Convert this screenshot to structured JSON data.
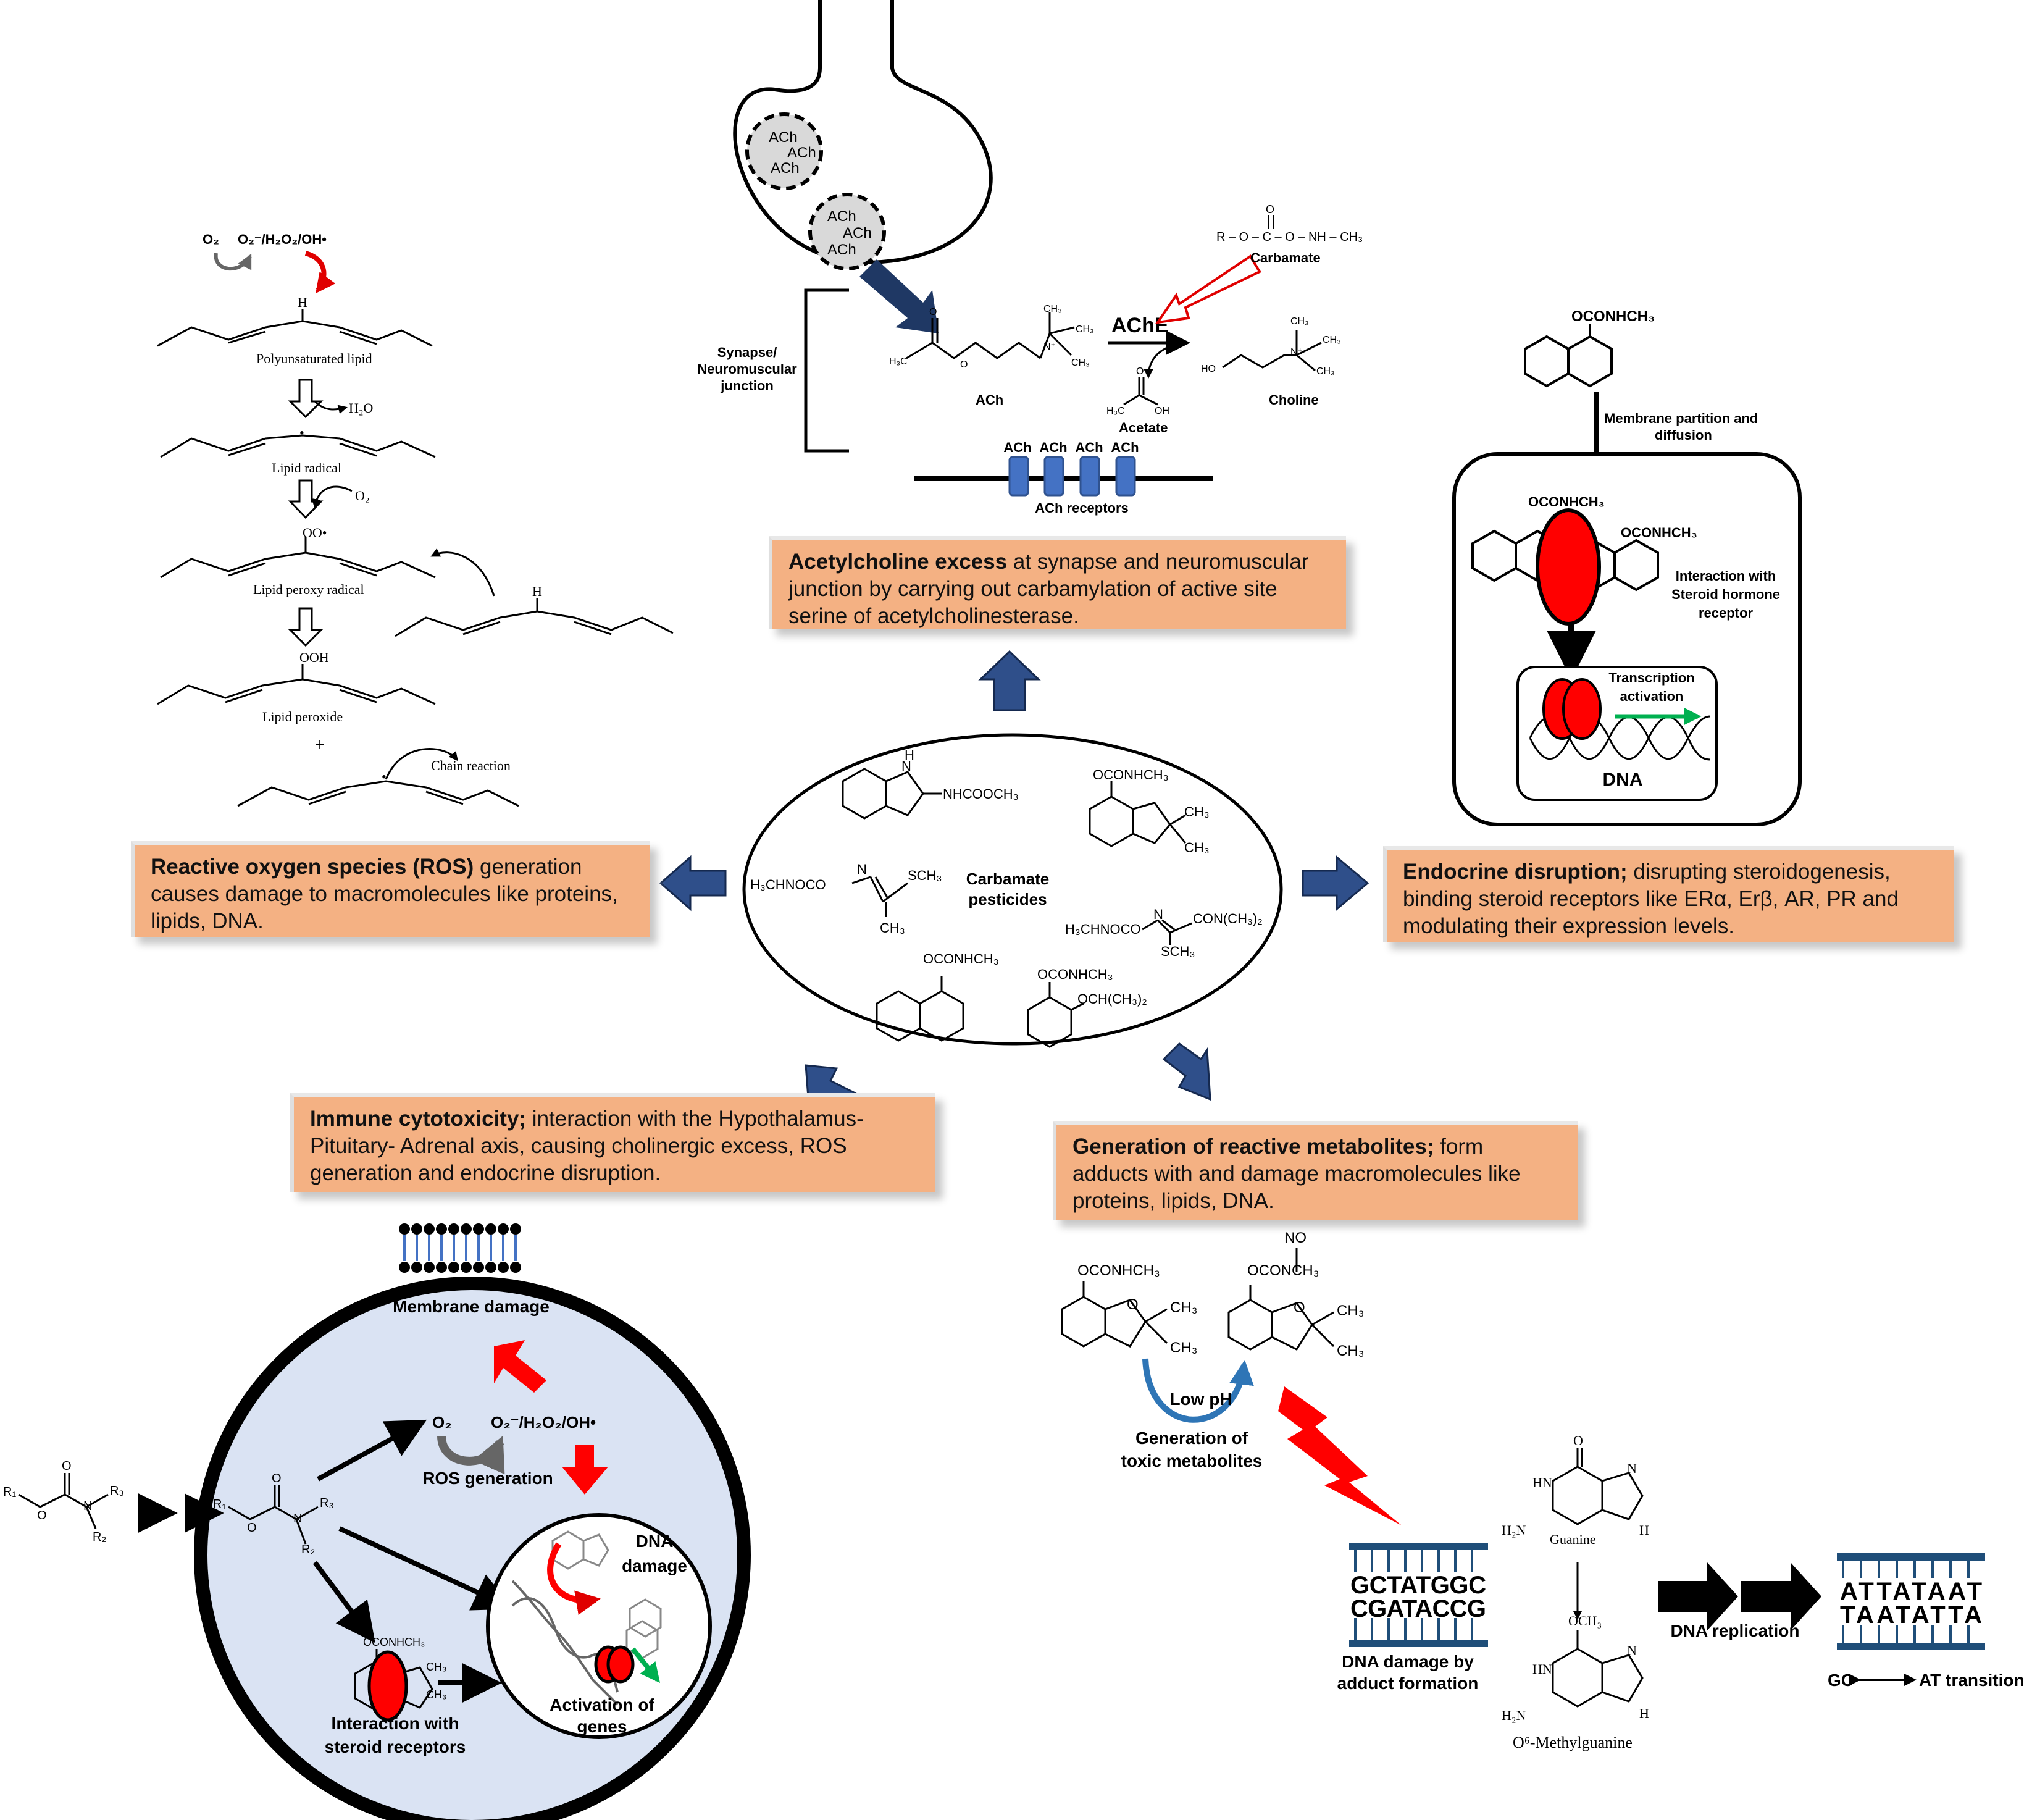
{
  "synapse": {
    "vesicle1": [
      "ACh",
      "ACh",
      "ACh"
    ],
    "vesicle2": [
      "ACh",
      "ACh",
      "ACh"
    ],
    "synapse_label": [
      "Synapse/",
      "Neuromuscular",
      "junction"
    ],
    "ach_label": "ACh",
    "ache_label": "AChE",
    "carbamate_label": "Carbamate",
    "carbamate_formula": "R – O – C – O – NH – CH₃",
    "acetate_label": "Acetate",
    "choline_label": "Choline",
    "receptor_tags": [
      "ACh",
      "ACh",
      "ACh",
      "ACh"
    ],
    "receptors_label": "ACh receptors"
  },
  "lipid": {
    "o2": "O₂",
    "ros": "O₂⁻/H₂O₂/OH•",
    "h": "H",
    "polyunsaturated": "Polyunsaturated lipid",
    "h2o": "H₂O",
    "lipid_radical": "Lipid radical",
    "o2b": "O₂",
    "oo": "OO•",
    "peroxy_radical": "Lipid peroxy radical",
    "h2": "H",
    "ooh": "OOH",
    "peroxide": "Lipid peroxide",
    "plus": "+",
    "chain": "Chain reaction"
  },
  "endocrine": {
    "top_group": "OCONHCH₃",
    "membrane": [
      "Membrane partition and",
      "diffusion"
    ],
    "group_a": "OCONHCH₃",
    "group_b": "OCONHCH₃",
    "interaction": [
      "Interaction with",
      "Steroid hormone",
      "receptor"
    ],
    "transcription": [
      "Transcription",
      "activation"
    ],
    "dna": "DNA"
  },
  "center": {
    "label": [
      "Carbamate",
      "pesticides"
    ],
    "benzimidazole": "NHCOOCH₃",
    "carbofuran": "OCONHCH₃",
    "ch3a": "CH₃",
    "ch3b": "CH₃",
    "methomyl_left": "H₃CHNOCO",
    "methomyl_n": "N",
    "methomyl_sch3": "SCH₃",
    "methomyl_ch3": "CH₃",
    "oxamyl_left": "H₃CHNOCO",
    "oxamyl_n": "N",
    "oxamyl_con": "CON(CH₃)₂",
    "oxamyl_sch3": "SCH₃",
    "carbaryl": "OCONHCH₃",
    "propoxur_a": "OCONHCH₃",
    "propoxur_b": "OCH(CH₃)₂",
    "nh": "H",
    "n": "N"
  },
  "boxes": {
    "ach_bold": "Acetylcholine excess",
    "ach_rest": " at synapse and neuromuscular junction by carrying out carbamylation of active site serine of acetylcholinesterase.",
    "ros_bold": "Reactive oxygen species (ROS)",
    "ros_rest": " generation causes damage to macromolecules like proteins, lipids, DNA.",
    "endo_bold": "Endocrine disruption;",
    "endo_rest": " disrupting steroidogenesis, binding steroid receptors like ERα, Erβ, AR, PR and modulating their expression levels.",
    "immune_bold": "Immune cytotoxicity;",
    "immune_rest": " interaction with the Hypothalamus- Pituitary- Adrenal axis, causing cholinergic excess, ROS generation and endocrine disruption.",
    "meta_bold": "Generation of reactive metabolites;",
    "meta_rest": " form adducts with and damage macromolecules like proteins, lipids, DNA."
  },
  "cell": {
    "membrane_damage": "Membrane  damage",
    "o2": "O₂",
    "ros": "O₂⁻/H₂O₂/OH•",
    "ros_generation": "ROS generation",
    "dna_damage": [
      "DNA",
      "damage"
    ],
    "activation": [
      "Activation  of",
      "genes"
    ],
    "interaction": [
      "Interaction with",
      "steroid receptors"
    ],
    "oconhch3": "OCONHCH₃",
    "ch3a": "CH₃",
    "ch3b": "CH₃",
    "r1": "R₁",
    "r2": "R₂",
    "r3": "R₃",
    "o": "O",
    "n": "N"
  },
  "metabolites": {
    "left_group": "OCONHCH₃",
    "right_group": "OCONCH₃",
    "no": "NO",
    "ch3": "CH₃",
    "o": "O",
    "low_ph": "Low pH",
    "generation": [
      "Generation of",
      "toxic metabolites"
    ],
    "dna_top": "GCTATGGC",
    "dna_bottom": "CGATACCG",
    "dna_damage": [
      "DNA damage by",
      "adduct formation"
    ],
    "guanine": "Guanine",
    "methylguanine": "O⁶-Methylguanine",
    "och3": "OCH₃",
    "o_top": "O",
    "hn": "HN",
    "h2n": "H₂N",
    "n": "N",
    "h": "H",
    "replication": "DNA replication",
    "mut_top": "ATTATAAT",
    "mut_bottom": "TAATATTA",
    "transition_left": "GC",
    "transition_right": "AT transition"
  },
  "colors": {
    "box": "#f4b183",
    "navy": "#1f3864",
    "receptor": "#4472c4",
    "cell": "#dae3f3",
    "red": "#ff0000",
    "green": "#00b050",
    "dna_bar": "#1f4e79"
  }
}
